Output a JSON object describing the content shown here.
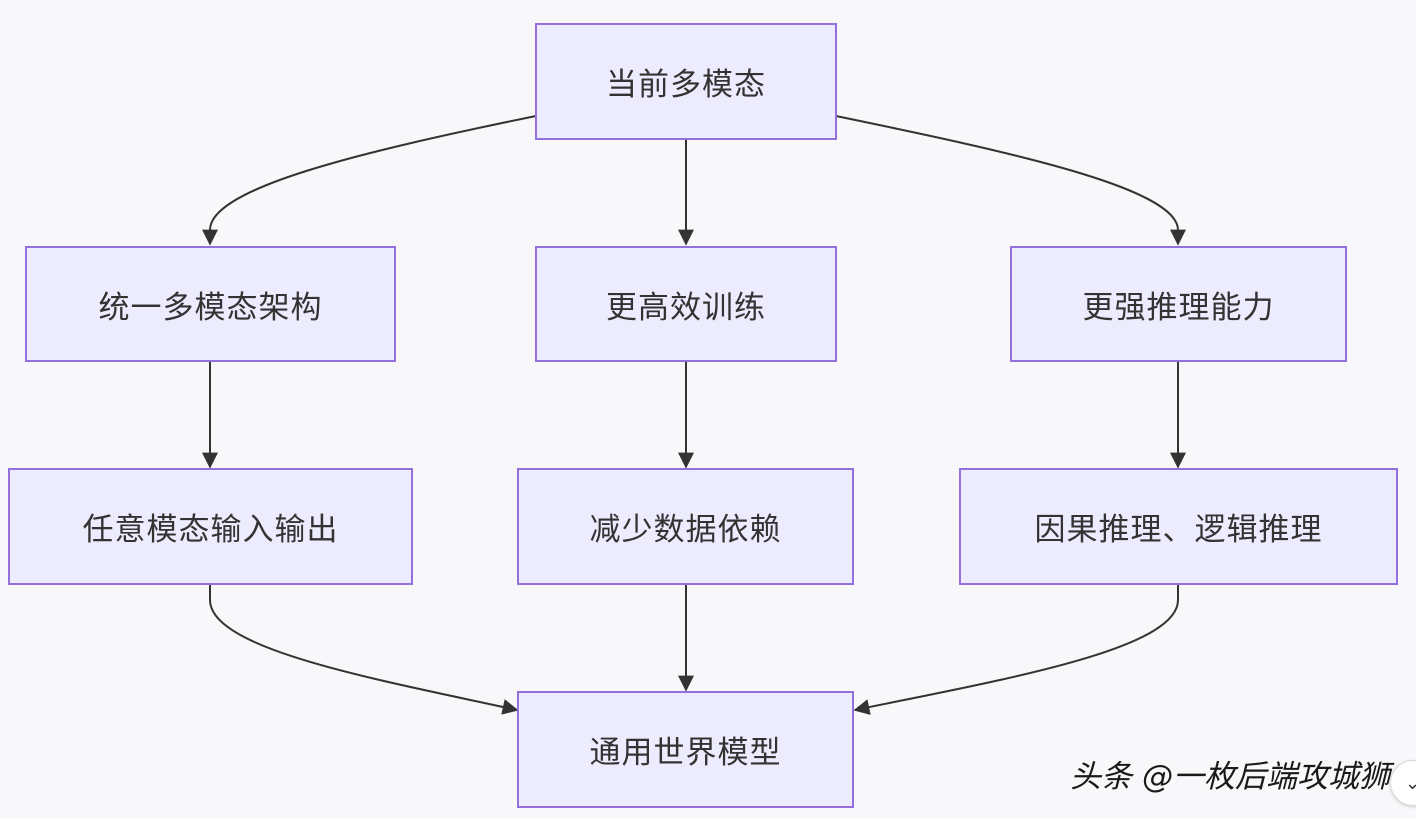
{
  "nodes": {
    "current": "当前多模态",
    "unified": "统一多模态架构",
    "efficient": "更高效训练",
    "reasoning": "更强推理能力",
    "anyio": "任意模态输入输出",
    "lessdata": "减少数据依赖",
    "causal": "因果推理、逻辑推理",
    "world": "通用世界模型"
  },
  "watermark": "头条 @一枚后端攻城狮",
  "colors": {
    "node_fill": "#ececfe",
    "node_border": "#9370db",
    "edge": "#333333",
    "background": "#f8f8fa"
  }
}
